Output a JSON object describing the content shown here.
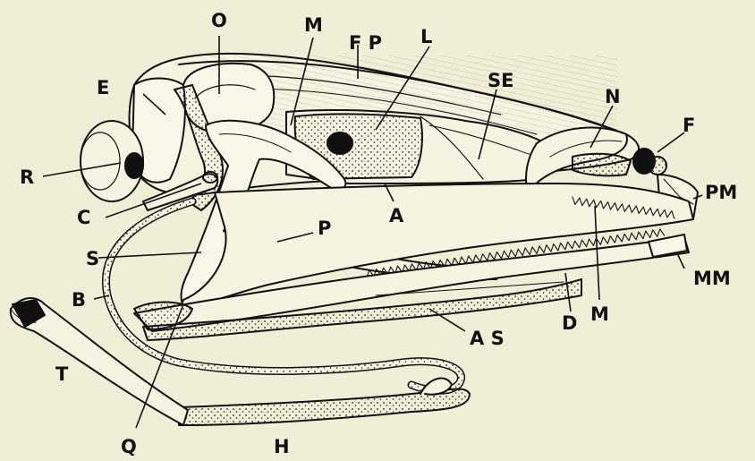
{
  "figure": {
    "background": "#f1eed7",
    "ink": "#111111",
    "labels": {
      "O": "O",
      "M_top": "M",
      "FP": "F P",
      "L": "L",
      "E": "E",
      "SE": "SE",
      "N": "N",
      "F": "F",
      "R": "R",
      "PM": "PM",
      "C": "C",
      "A": "A",
      "P": "P",
      "S": "S",
      "MM": "MM",
      "B": "B",
      "M_lower": "M",
      "D": "D",
      "AS": "A S",
      "T": "T",
      "Q": "Q",
      "H": "H"
    }
  }
}
